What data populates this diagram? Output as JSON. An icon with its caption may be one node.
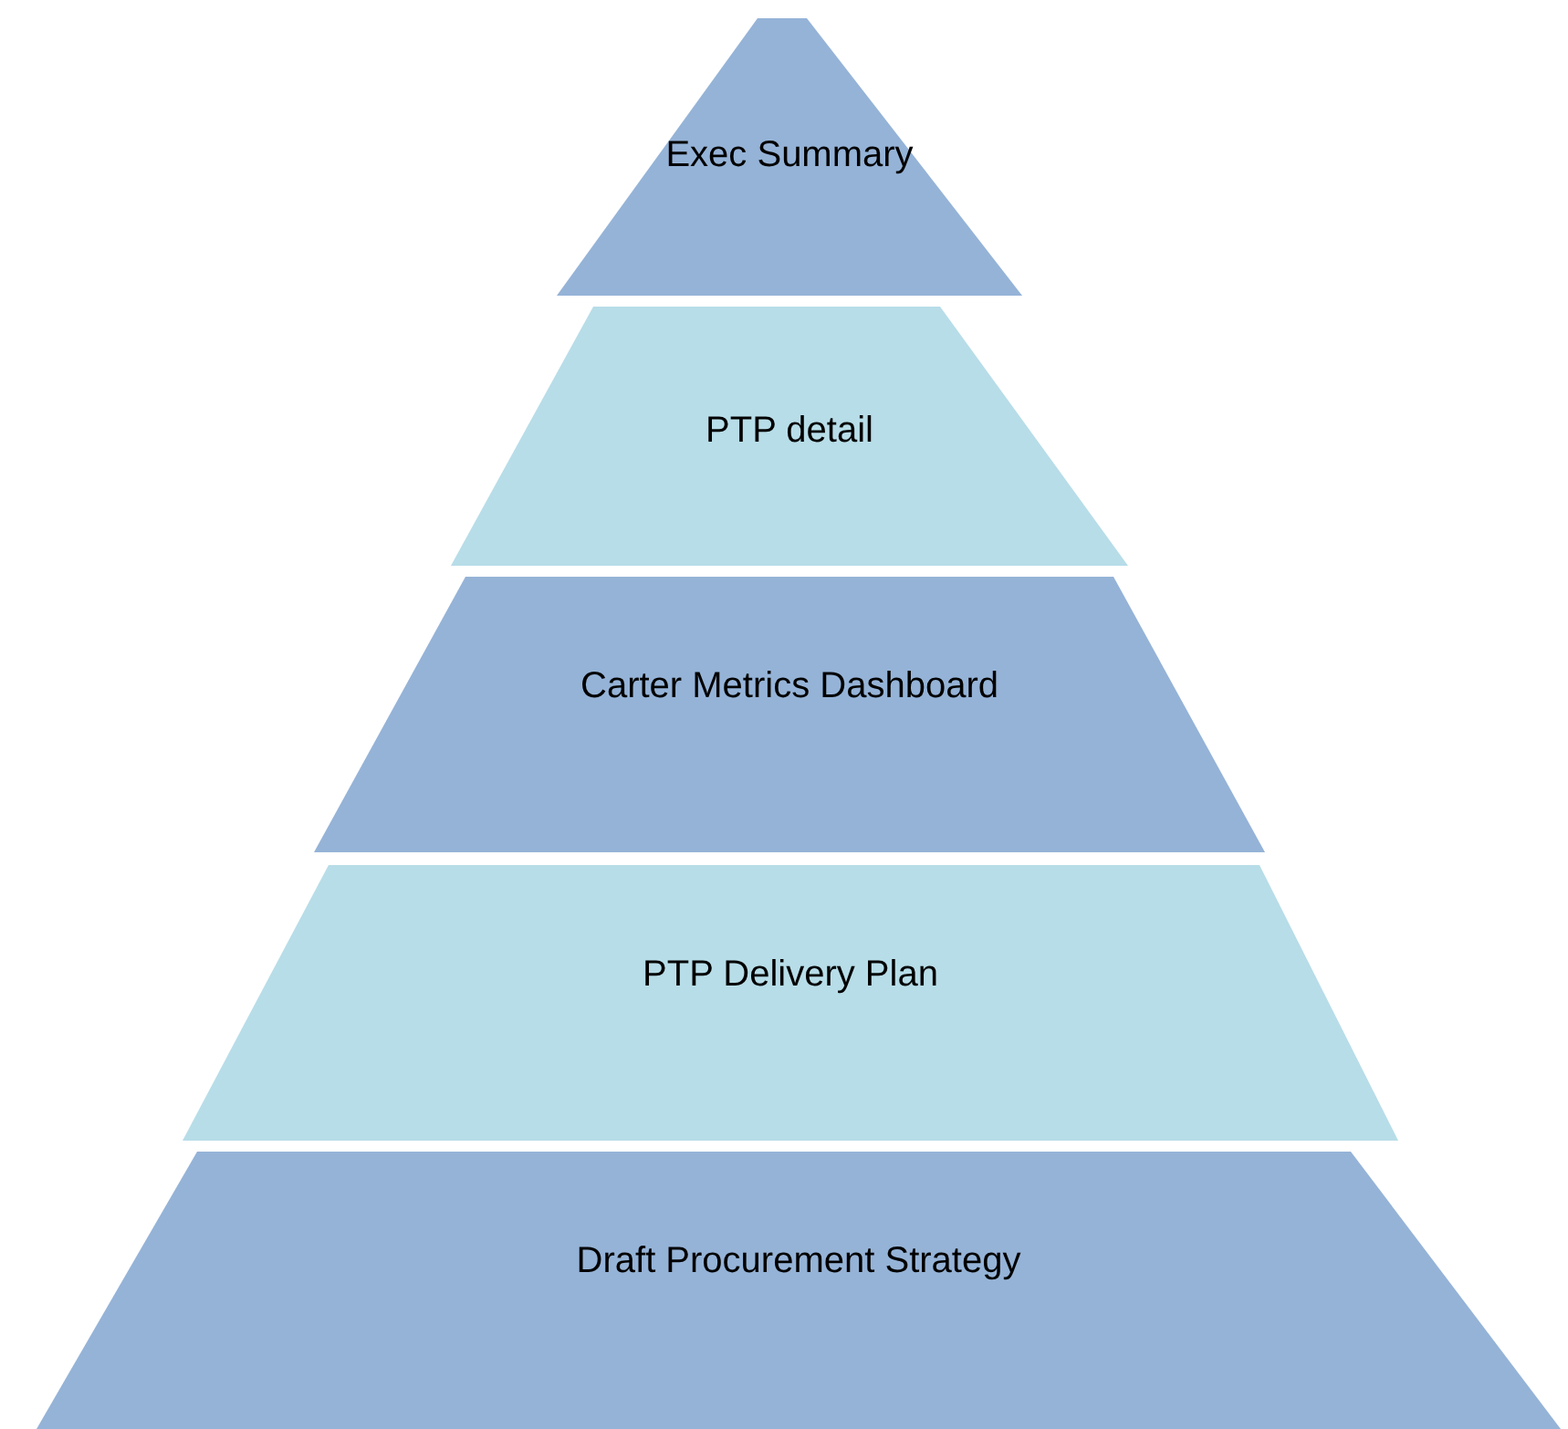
{
  "diagram": {
    "nodes": [
      {
        "text": [
          "Exec Summary"
        ]
      },
      {
        "text": [
          "PTP detail"
        ]
      },
      {
        "text": [
          "Carter Metrics Dashboard"
        ]
      },
      {
        "text": [
          "PTP Delivery Plan"
        ]
      },
      {
        "text": [
          "Draft Procurement Strategy"
        ]
      }
    ]
  }
}
